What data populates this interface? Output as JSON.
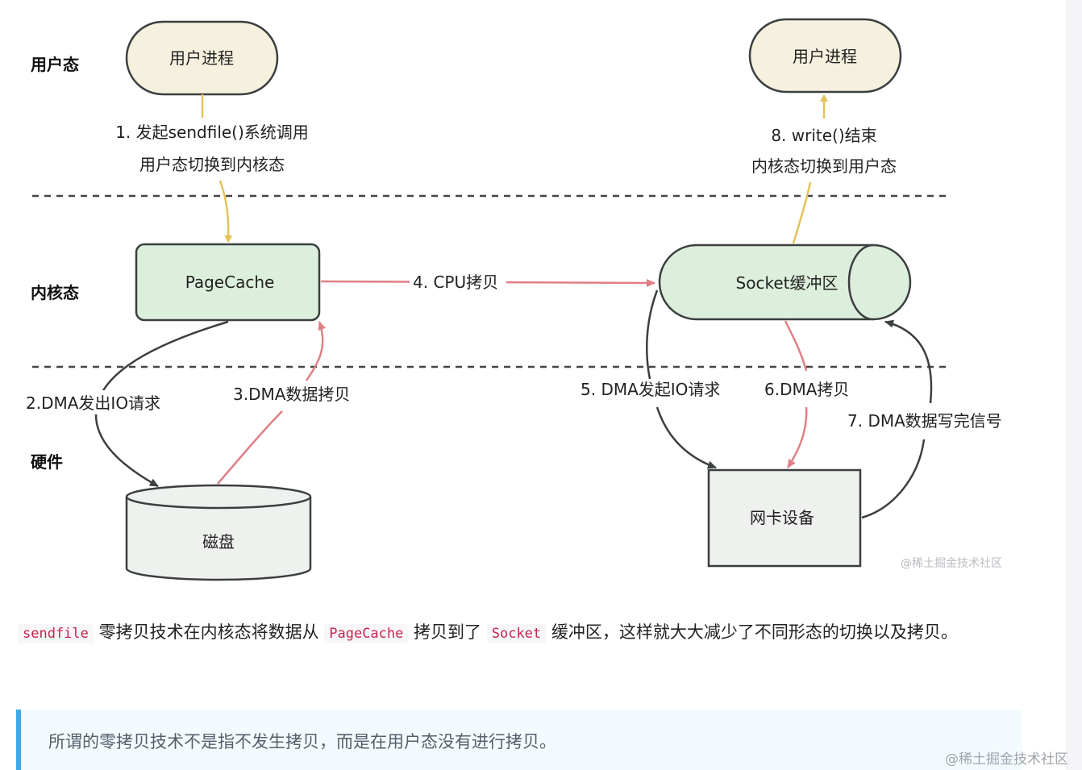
{
  "diagram": {
    "zones": {
      "user": "用户态",
      "kernel": "内核态",
      "hardware": "硬件"
    },
    "nodes": {
      "user_process_left": "用户进程",
      "user_process_right": "用户进程",
      "page_cache": "PageCache",
      "socket_buffer": "Socket缓冲区",
      "disk": "磁盘",
      "nic": "网卡设备"
    },
    "steps": {
      "step1_line1": "1. 发起sendfile()系统调用",
      "step1_line2": "用户态切换到内核态",
      "step2": "2.DMA发出IO请求",
      "step3": "3.DMA数据拷贝",
      "step4": "4. CPU拷贝",
      "step5": "5. DMA发起IO请求",
      "step6": "6.DMA拷贝",
      "step7": "7. DMA数据写完信号",
      "step8_line1": "8. write()结束",
      "step8_line2": "内核态切换到用户态"
    },
    "watermark": "@稀土掘金技术社区",
    "colors": {
      "user_fill": "#f6f1df",
      "kernel_fill": "#dcefdc",
      "hardware_fill": "#eef1ee",
      "arrow_yellow": "#e3c25a",
      "arrow_red": "#e07f86",
      "arrow_dark": "#3b3f3f"
    }
  },
  "article": {
    "code1": "sendfile",
    "text1": " 零拷贝技术在内核态将数据从 ",
    "code2": "PageCache",
    "text2": " 拷贝到了 ",
    "code3": "Socket",
    "text3": " 缓冲区，这样就大大减少了不同形态的切换以及拷贝。",
    "quote": "所谓的零拷贝技术不是指不发生拷贝，而是在用户态没有进行拷贝。"
  },
  "page_watermark": "@稀土掘金技术社区"
}
